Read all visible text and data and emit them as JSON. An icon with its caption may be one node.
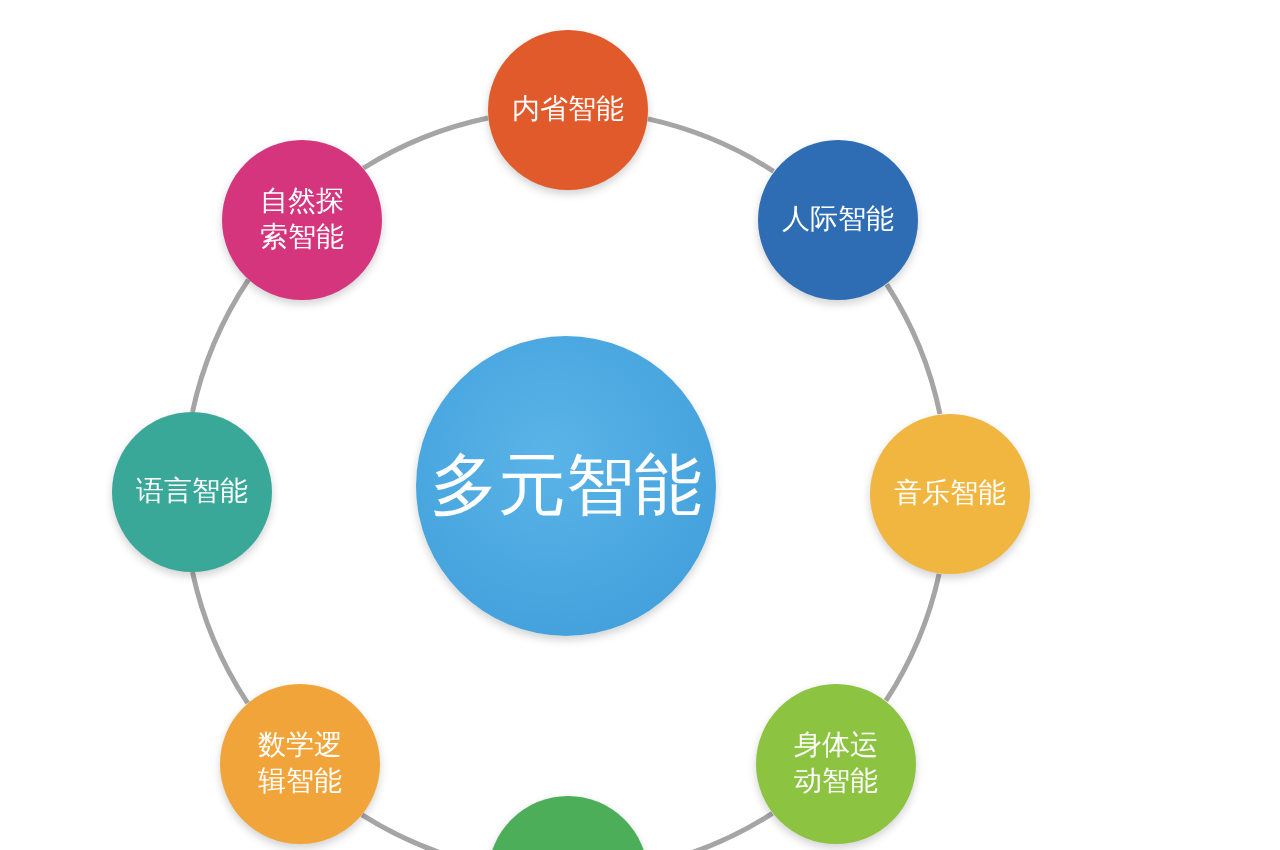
{
  "diagram": {
    "nodes": [
      {
        "text": [
          "多元智能"
        ]
      },
      {
        "text": [
          "内省智能"
        ]
      },
      {
        "text": [
          "人际智能"
        ]
      },
      {
        "text": [
          "音乐智能"
        ]
      },
      {
        "text": [
          "身体运动智能"
        ]
      },
      {
        "text": [],
        "shape": "circle"
      },
      {
        "text": [
          "数学逻辑智能"
        ]
      },
      {
        "text": [
          "语言智能"
        ]
      },
      {
        "text": [
          "自然探索智能"
        ]
      }
    ],
    "edges": [
      {
        "from": 1,
        "to": 2,
        "arrow": "none"
      },
      {
        "from": 2,
        "to": 3,
        "arrow": "none"
      },
      {
        "from": 3,
        "to": 4,
        "arrow": "none"
      },
      {
        "from": 4,
        "to": 5,
        "arrow": "none"
      },
      {
        "from": 5,
        "to": 6,
        "arrow": "none"
      },
      {
        "from": 6,
        "to": 7,
        "arrow": "none"
      },
      {
        "from": 7,
        "to": 8,
        "arrow": "none"
      },
      {
        "from": 8,
        "to": 1,
        "arrow": "none"
      }
    ]
  }
}
